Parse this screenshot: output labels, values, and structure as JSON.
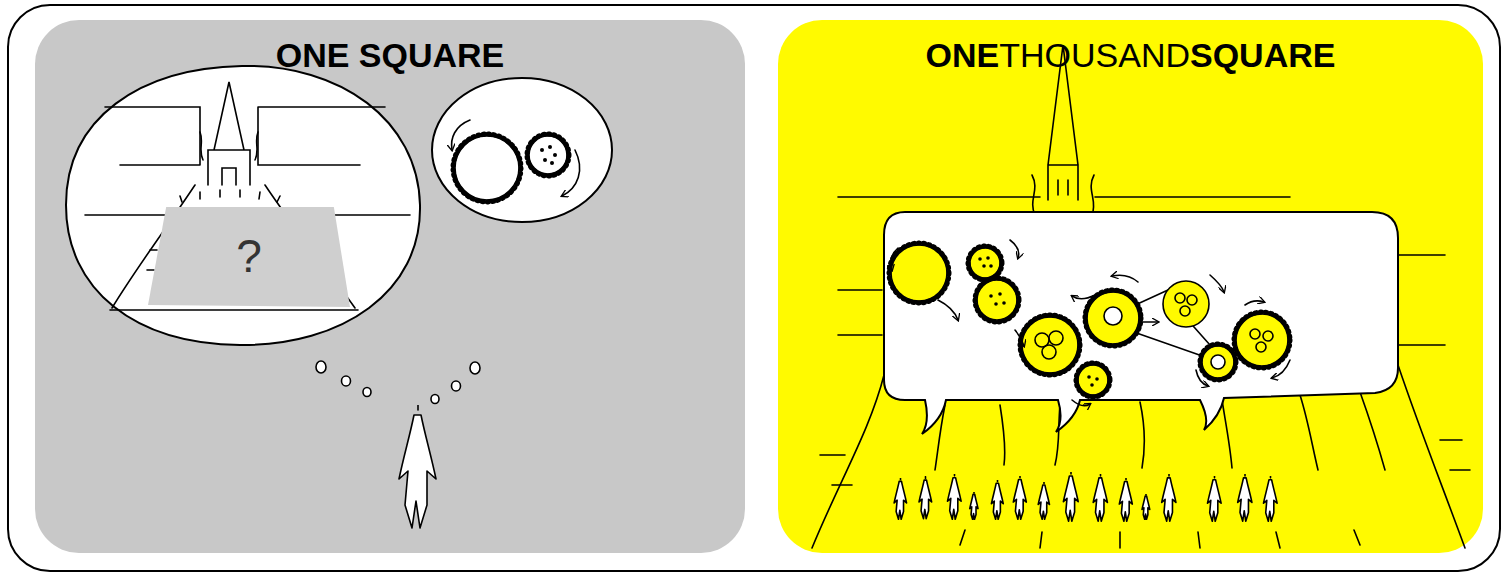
{
  "diagram": {
    "nodes": [
      {
        "text": [
          "ONE SQUARE"
        ]
      },
      {
        "text": [
          "?"
        ],
        "in": 0
      },
      {
        "text": [
          "ONE",
          "THOUSAND",
          "SQUARE"
        ]
      }
    ]
  }
}
